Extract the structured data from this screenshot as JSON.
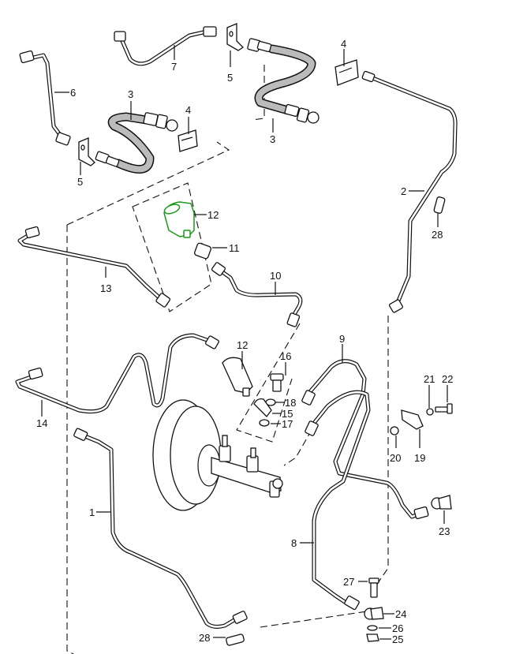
{
  "diagram": {
    "title": "Brake lines / master cylinder exploded view",
    "highlight_color": "#1a9a1a",
    "line_color": "#111111",
    "callouts": [
      {
        "id": "c1",
        "label": "1"
      },
      {
        "id": "c2",
        "label": "2"
      },
      {
        "id": "c3a",
        "label": "3"
      },
      {
        "id": "c3b",
        "label": "3"
      },
      {
        "id": "c4a",
        "label": "4"
      },
      {
        "id": "c4b",
        "label": "4"
      },
      {
        "id": "c5a",
        "label": "5"
      },
      {
        "id": "c5b",
        "label": "5"
      },
      {
        "id": "c6",
        "label": "6"
      },
      {
        "id": "c7",
        "label": "7"
      },
      {
        "id": "c8",
        "label": "8"
      },
      {
        "id": "c9",
        "label": "9"
      },
      {
        "id": "c10",
        "label": "10"
      },
      {
        "id": "c11",
        "label": "11"
      },
      {
        "id": "c12a",
        "label": "12"
      },
      {
        "id": "c12b",
        "label": "12"
      },
      {
        "id": "c13",
        "label": "13"
      },
      {
        "id": "c14",
        "label": "14"
      },
      {
        "id": "c15",
        "label": "15"
      },
      {
        "id": "c16",
        "label": "16"
      },
      {
        "id": "c17",
        "label": "17"
      },
      {
        "id": "c18",
        "label": "18"
      },
      {
        "id": "c19",
        "label": "19"
      },
      {
        "id": "c20",
        "label": "20"
      },
      {
        "id": "c21",
        "label": "21"
      },
      {
        "id": "c22",
        "label": "22"
      },
      {
        "id": "c23",
        "label": "23"
      },
      {
        "id": "c24",
        "label": "24"
      },
      {
        "id": "c25",
        "label": "25"
      },
      {
        "id": "c26",
        "label": "26"
      },
      {
        "id": "c27",
        "label": "27"
      },
      {
        "id": "c28a",
        "label": "28"
      },
      {
        "id": "c28b",
        "label": "28"
      }
    ],
    "highlighted_part": "12"
  }
}
